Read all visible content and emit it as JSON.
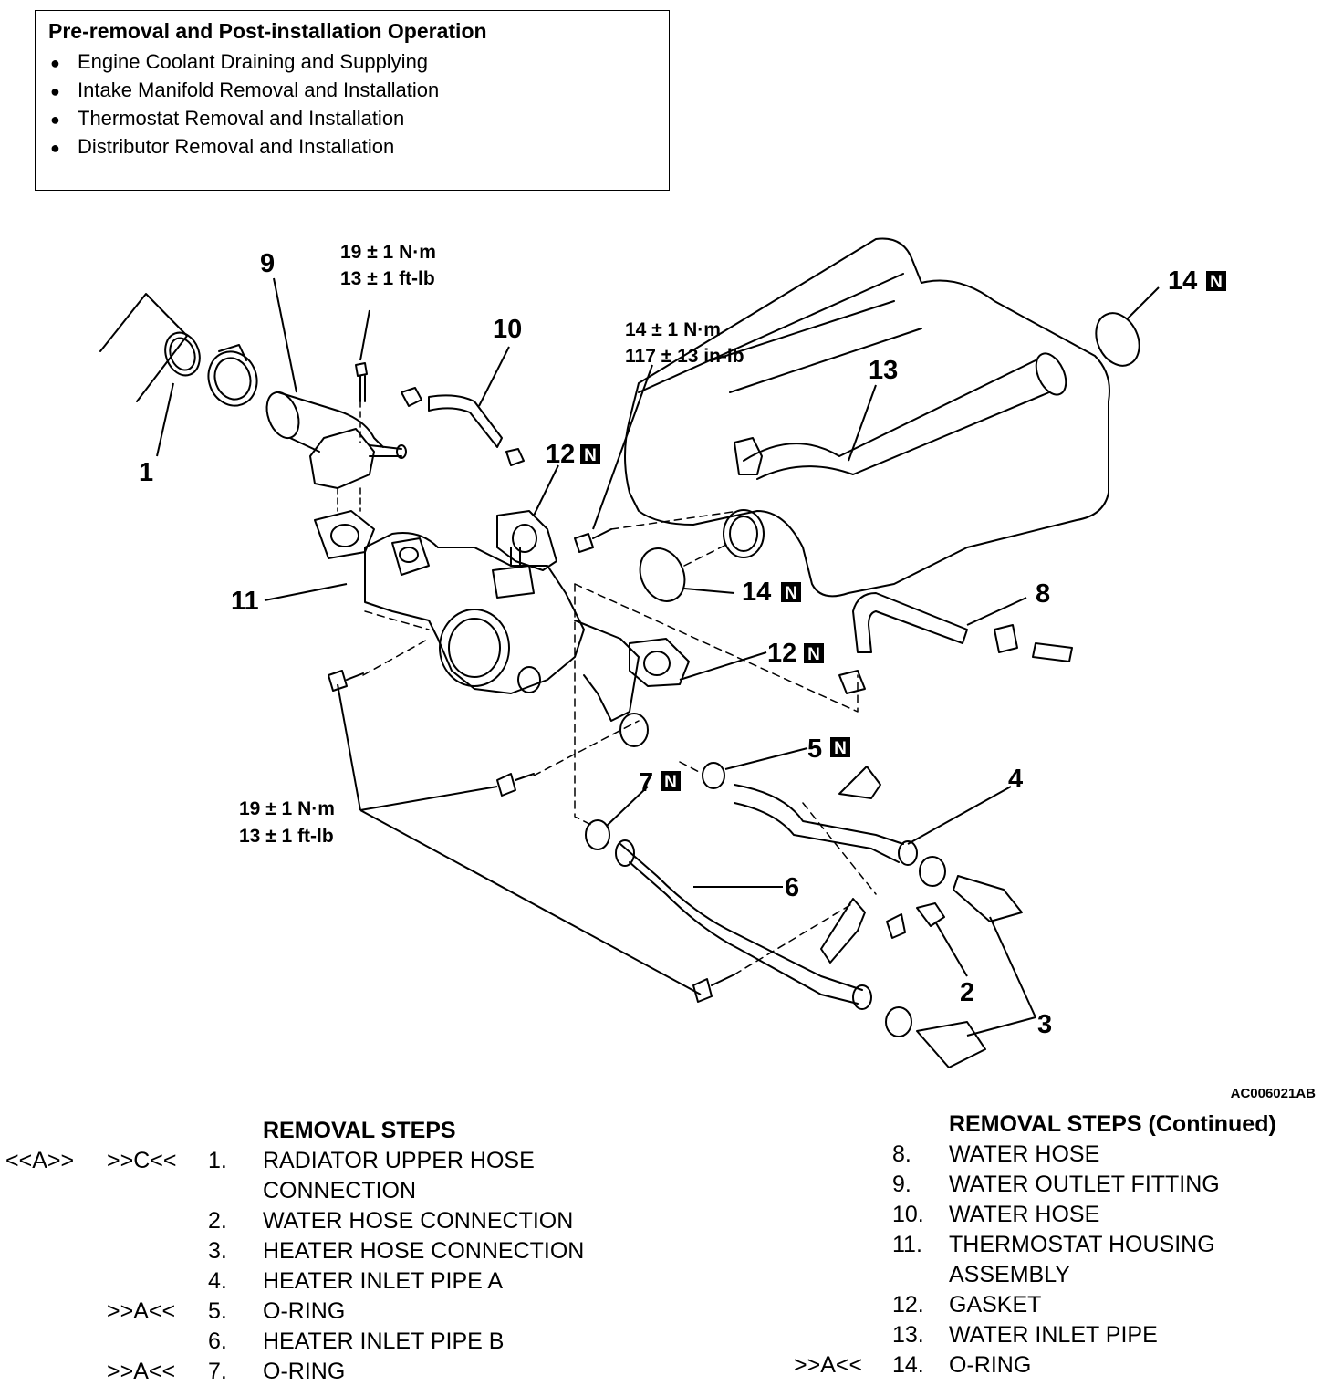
{
  "preop": {
    "title": "Pre-removal and Post-installation Operation",
    "items": [
      "Engine Coolant Draining and Supplying",
      "Intake Manifold Removal and Installation",
      "Thermostat Removal and Installation",
      "Distributor Removal and Installation"
    ]
  },
  "torques": {
    "t1_nm": "19 ± 1 N·m",
    "t1_ft": "13 ± 1 ft-lb",
    "t2_nm": "14 ± 1 N·m",
    "t2_in": "117 ± 13 in-lb",
    "t3_nm": "19 ± 1 N·m",
    "t3_ft": "13 ± 1 ft-lb"
  },
  "callouts": [
    "1",
    "2",
    "3",
    "4",
    "5",
    "6",
    "7",
    "8",
    "9",
    "10",
    "11",
    "12",
    "12",
    "13",
    "14",
    "14"
  ],
  "new_part_mark": "N",
  "figure_code": "AC006021AB",
  "steps_left": {
    "title": "REMOVAL STEPS",
    "rows": [
      {
        "a": "<<A>>",
        "b": ">>C<<",
        "num": "1.",
        "text": "RADIATOR UPPER HOSE"
      },
      {
        "a": "",
        "b": "",
        "num": "",
        "text": "CONNECTION"
      },
      {
        "a": "",
        "b": "",
        "num": "2.",
        "text": "WATER HOSE CONNECTION"
      },
      {
        "a": "",
        "b": "",
        "num": "3.",
        "text": "HEATER HOSE CONNECTION"
      },
      {
        "a": "",
        "b": "",
        "num": "4.",
        "text": "HEATER INLET PIPE A"
      },
      {
        "a": "",
        "b": ">>A<<",
        "num": "5.",
        "text": "O-RING"
      },
      {
        "a": "",
        "b": "",
        "num": "6.",
        "text": "HEATER INLET PIPE B"
      },
      {
        "a": "",
        "b": ">>A<<",
        "num": "7.",
        "text": "O-RING"
      }
    ]
  },
  "steps_right": {
    "title": "REMOVAL STEPS (Continued)",
    "rows": [
      {
        "b": "",
        "num": "8.",
        "text": "WATER HOSE"
      },
      {
        "b": "",
        "num": "9.",
        "text": "WATER OUTLET FITTING"
      },
      {
        "b": "",
        "num": "10.",
        "text": "WATER HOSE"
      },
      {
        "b": "",
        "num": "11.",
        "text": "THERMOSTAT HOUSING"
      },
      {
        "b": "",
        "num": "",
        "text": "ASSEMBLY"
      },
      {
        "b": "",
        "num": "12.",
        "text": "GASKET"
      },
      {
        "b": "",
        "num": "13.",
        "text": "WATER INLET PIPE"
      },
      {
        "b": ">>A<<",
        "num": "14.",
        "text": "O-RING"
      }
    ]
  }
}
